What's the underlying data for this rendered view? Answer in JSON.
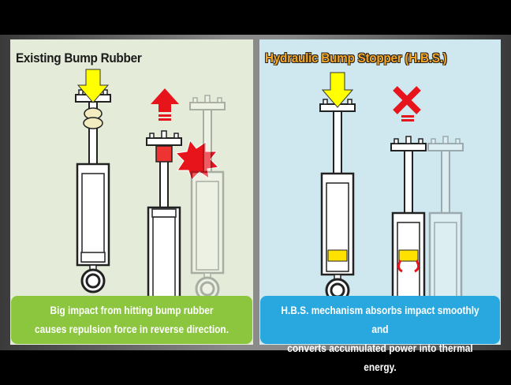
{
  "left_panel": {
    "title": "Existing Bump Rubber",
    "caption_line1": "Big impact from hitting bump rubber",
    "caption_line2": "causes repulsion force in reverse direction."
  },
  "right_panel": {
    "title": "Hydraulic Bump Stopper (H.B.S.)",
    "caption_line1": "H.B.S. mechanism absorbs impact smoothly and",
    "caption_line2": "converts accumulated power into thermal energy."
  },
  "colors": {
    "green": "#8cc63f",
    "blue": "#29a8e0",
    "arrow_yellow": "#ffff00",
    "arrow_red": "#e8141c",
    "title_orange": "#f6a623"
  }
}
